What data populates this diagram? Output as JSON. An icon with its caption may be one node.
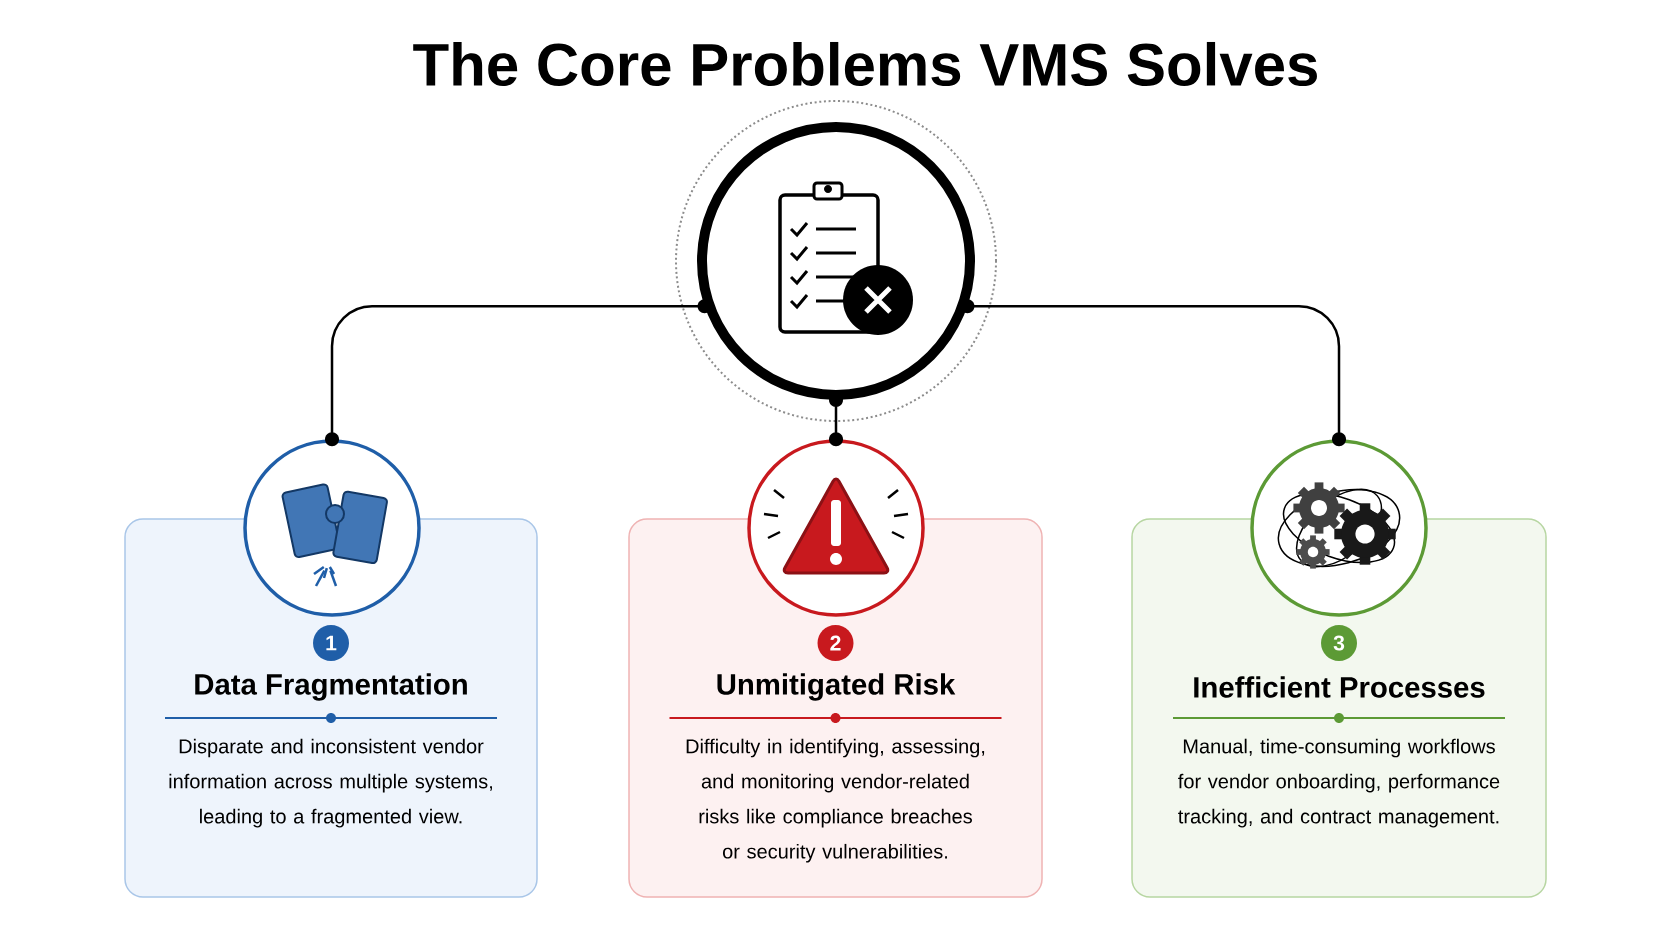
{
  "diagram": {
    "title": "The Core Problems VMS Solves",
    "nodes": [
      {
        "text": [],
        "shape": "circle"
      },
      {
        "text": [],
        "shape": "circle"
      },
      {
        "text": [],
        "shape": "circle"
      },
      {
        "text": [],
        "shape": "circle"
      },
      {
        "text": [
          "Data Fragmentation",
          "Disparate and inconsistent vendor information across multiple systems, leading to a fragmented view."
        ]
      },
      {
        "text": [
          "1"
        ],
        "in": 4
      },
      {
        "text": [
          "Unmitigated Risk",
          "Difficulty in identifying, assessing, and monitoring vendor-related risks like compliance breaches or security vulnerabilities."
        ]
      },
      {
        "text": [
          "2"
        ],
        "in": 6
      },
      {
        "text": [
          "Inefficient Processes",
          "Manual, time-consuming workflows for vendor onboarding, performance tracking, and contract management."
        ]
      },
      {
        "text": [
          "3"
        ],
        "in": 8
      }
    ],
    "edges": [
      {
        "from": 0,
        "to": 1,
        "arrow": "other"
      },
      {
        "from": 0,
        "to": 2,
        "arrow": "other"
      },
      {
        "from": 0,
        "to": 3,
        "arrow": "other"
      }
    ]
  }
}
